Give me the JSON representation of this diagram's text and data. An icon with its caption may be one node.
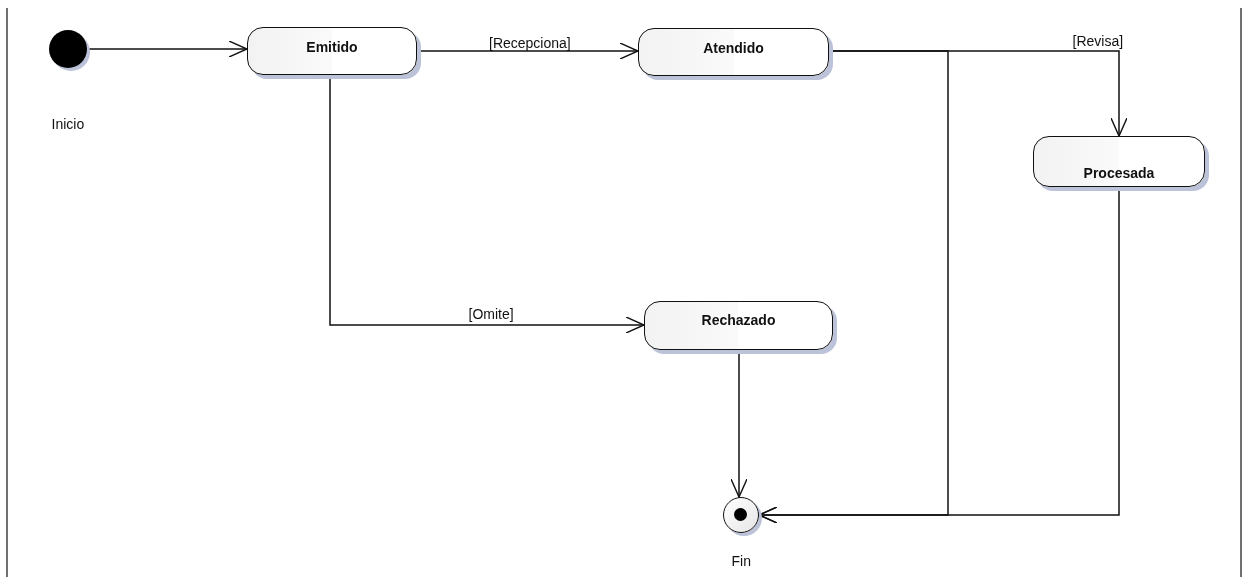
{
  "diagram": {
    "nodes": [
      {
        "text": [],
        "shape": "circle",
        "beside": [
          "Inicio"
        ]
      },
      {
        "text": [
          "Emitido"
        ]
      },
      {
        "text": [
          "Atendido"
        ]
      },
      {
        "text": [
          "Procesada"
        ]
      },
      {
        "text": [
          "Rechazado"
        ]
      },
      {
        "text": [],
        "shape": "circle",
        "beside": [
          "Fin"
        ]
      }
    ],
    "edges": [
      {
        "from": 0,
        "to": 1,
        "arrow": "to"
      },
      {
        "from": 1,
        "to": 2,
        "arrow": "to",
        "label": "[Recepciona]"
      },
      {
        "from": 2,
        "to": 3,
        "arrow": "to",
        "label": "[Revisa]"
      },
      {
        "from": 1,
        "to": 4,
        "arrow": "to",
        "label": "[Omite]"
      },
      {
        "from": 4,
        "to": 5,
        "arrow": "to"
      },
      {
        "from": 2,
        "to": 5,
        "arrow": "to"
      },
      {
        "from": 3,
        "to": 5,
        "arrow": "to"
      }
    ]
  }
}
